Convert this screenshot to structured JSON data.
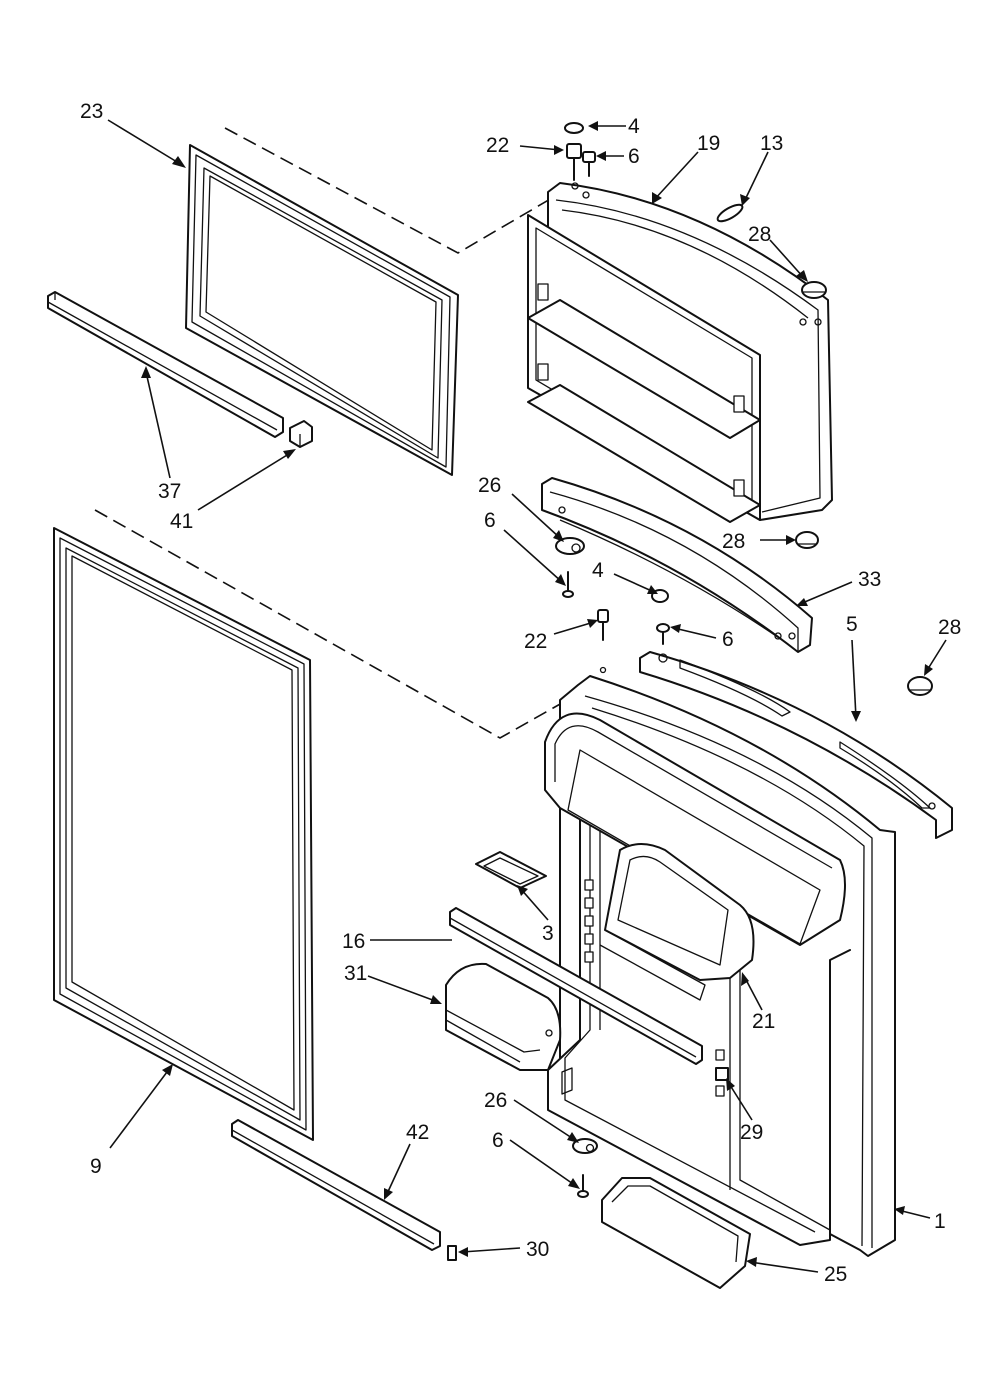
{
  "callouts": [
    {
      "id": "c23a",
      "text": "23"
    },
    {
      "id": "c4a",
      "text": "4"
    },
    {
      "id": "c22a",
      "text": "22"
    },
    {
      "id": "c6a",
      "text": "6"
    },
    {
      "id": "c19",
      "text": "19"
    },
    {
      "id": "c13",
      "text": "13"
    },
    {
      "id": "c28a",
      "text": "28"
    },
    {
      "id": "c37",
      "text": "37"
    },
    {
      "id": "c41",
      "text": "41"
    },
    {
      "id": "c26a",
      "text": "26"
    },
    {
      "id": "c6b",
      "text": "6"
    },
    {
      "id": "c28b",
      "text": "28"
    },
    {
      "id": "c4b",
      "text": "4"
    },
    {
      "id": "c33",
      "text": "33"
    },
    {
      "id": "c22b",
      "text": "22"
    },
    {
      "id": "c6c",
      "text": "6"
    },
    {
      "id": "c5",
      "text": "5"
    },
    {
      "id": "c28c",
      "text": "28"
    },
    {
      "id": "c3",
      "text": "3"
    },
    {
      "id": "c16",
      "text": "16"
    },
    {
      "id": "c31",
      "text": "31"
    },
    {
      "id": "c21",
      "text": "21"
    },
    {
      "id": "c29",
      "text": "29"
    },
    {
      "id": "c26b",
      "text": "26"
    },
    {
      "id": "c6d",
      "text": "6"
    },
    {
      "id": "c9",
      "text": "9"
    },
    {
      "id": "c42",
      "text": "42"
    },
    {
      "id": "c30",
      "text": "30"
    },
    {
      "id": "c1",
      "text": "1"
    },
    {
      "id": "c25",
      "text": "25"
    }
  ]
}
